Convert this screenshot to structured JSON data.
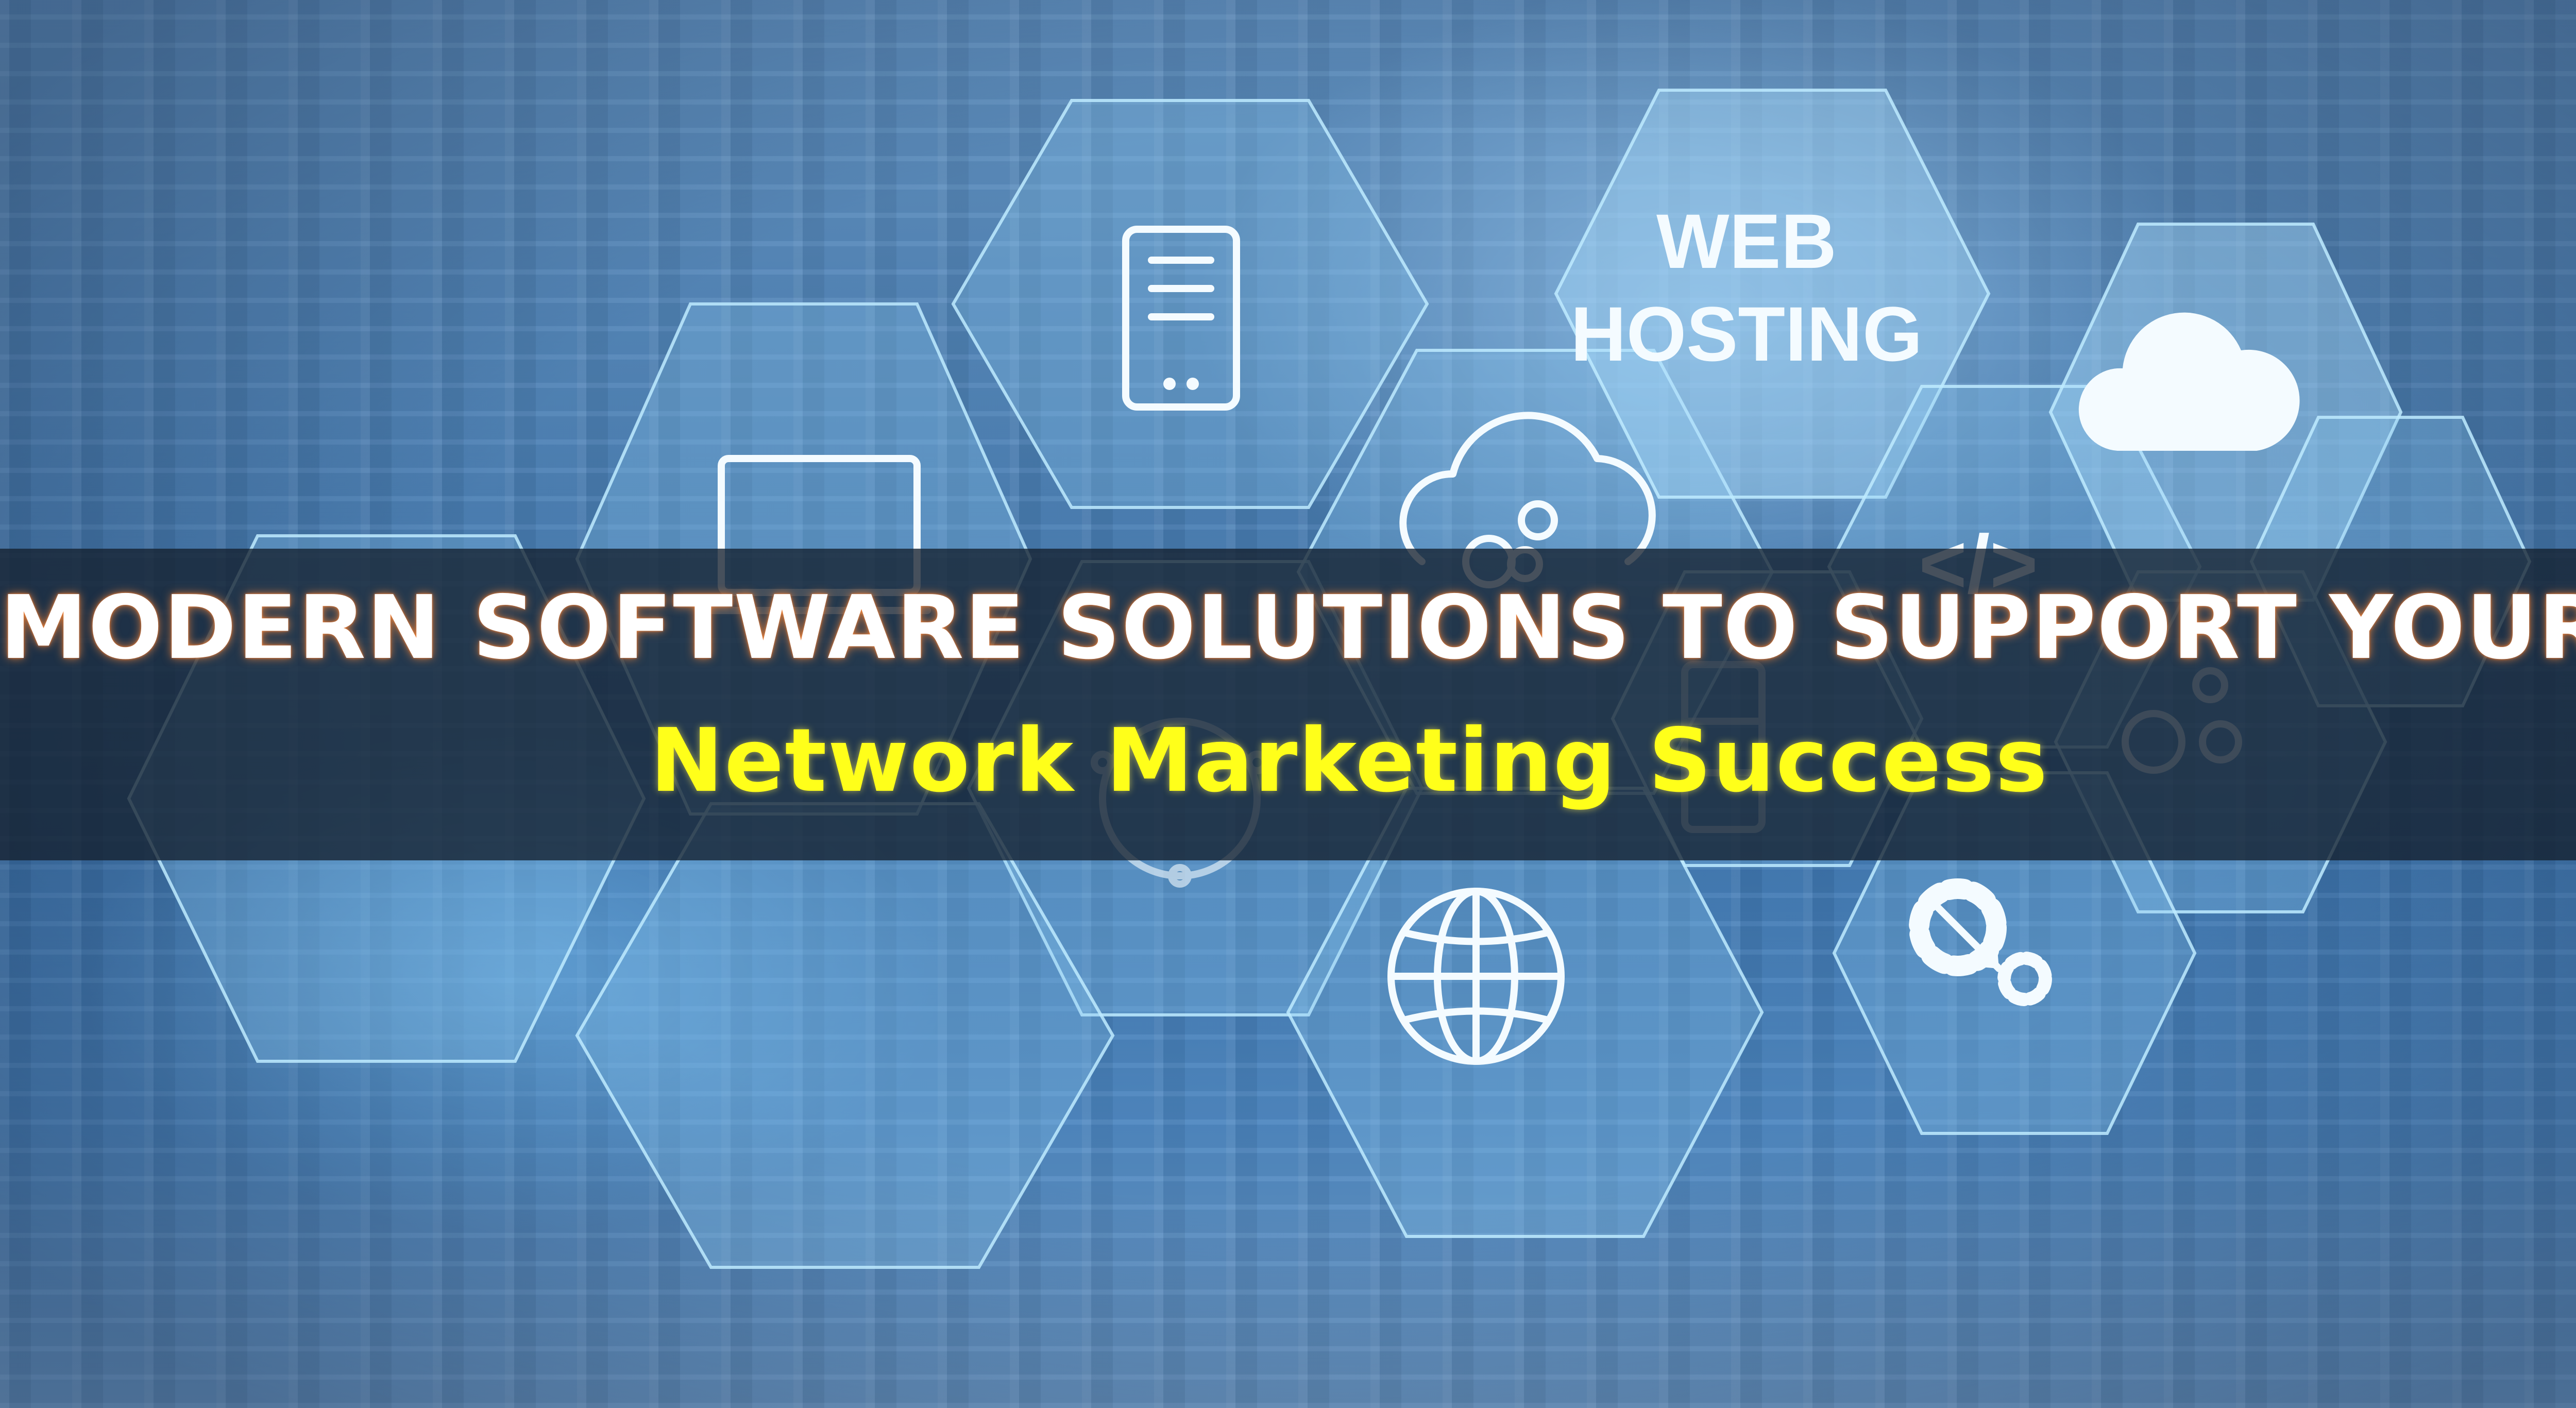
{
  "headline": {
    "line1": "MODERN SOFTWARE SOLUTIONS TO SUPPORT YOUR",
    "line2": "Network Marketing Success",
    "line1_color": "#ffffff",
    "line2_color": "#ffff1a"
  },
  "hexagon_labels": {
    "web_hosting_line1": "WEB",
    "web_hosting_line2": "HOSTING",
    "code": "</>"
  },
  "icons": [
    "server-icon",
    "laptop-icon",
    "cloud-gears-icon",
    "cloud-icon",
    "code-icon",
    "network-icon",
    "gears-icon",
    "globe-icon",
    "settings-arrow-icon"
  ],
  "colors": {
    "banner": "#14202e",
    "background": "#3d6f9f",
    "hex_outline": "#bee9ff"
  }
}
